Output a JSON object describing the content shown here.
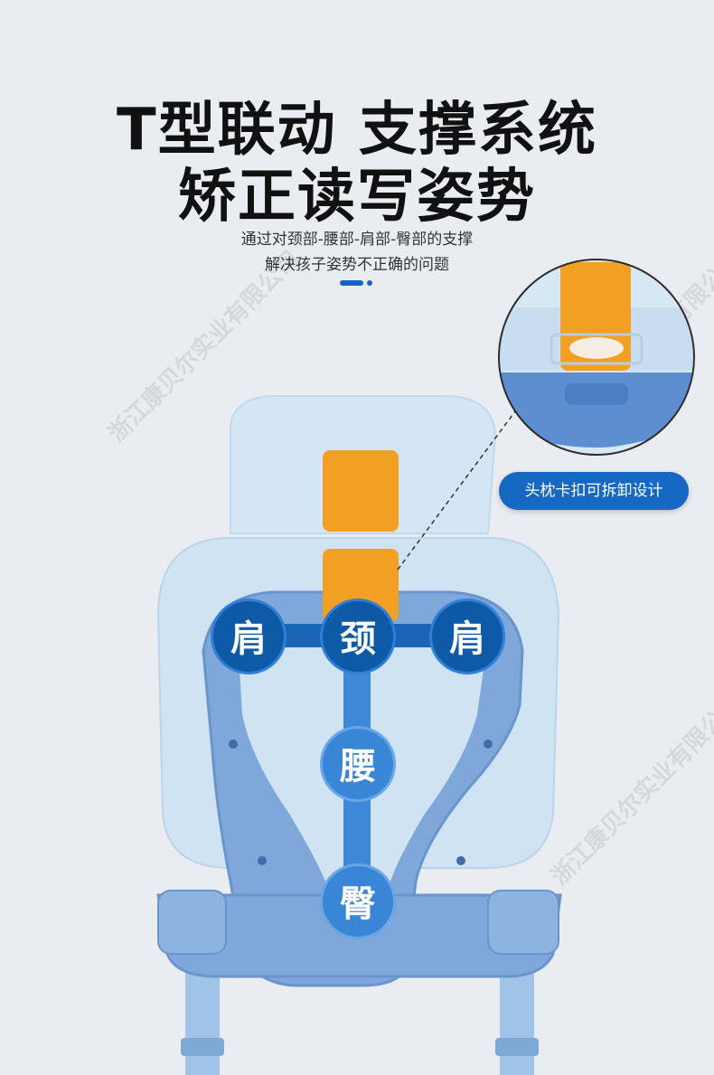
{
  "header": {
    "title_line1": "T型联动 支撑系统",
    "title_line2": "矫正读写姿势",
    "subtitle_line1": "通过对颈部-腰部-肩部-臀部的支撑",
    "subtitle_line2": "解决孩子姿势不正确的问题"
  },
  "callout": {
    "label": "头枕卡扣可拆卸设计"
  },
  "support_points": {
    "shoulder_left": "肩",
    "neck": "颈",
    "shoulder_right": "肩",
    "waist": "腰",
    "hip": "臀"
  },
  "watermark": "浙江康贝尔实业有限公司",
  "colors": {
    "brand_blue": "#1565c0",
    "strap_orange": "#f2a024",
    "chair_blue": "#7fa7da",
    "backrest_light": "#cfe3f3",
    "background": "#e9edf1"
  }
}
